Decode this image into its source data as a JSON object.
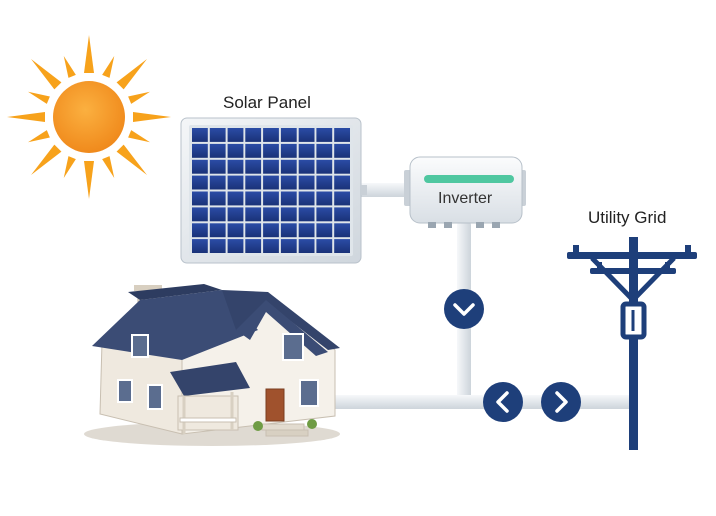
{
  "labels": {
    "solar_panel": "Solar Panel",
    "inverter": "Inverter",
    "utility_grid": "Utility Grid"
  },
  "icons": {
    "sun": "sun-icon",
    "panel": "solar-panel-icon",
    "inverter": "inverter-icon",
    "house": "house-icon",
    "grid": "utility-pole-icon",
    "flow_down": "chevron-down-icon",
    "flow_left": "chevron-left-icon",
    "flow_right": "chevron-right-icon"
  },
  "colors": {
    "sun": "#f7941d",
    "panel_cell": "#1f3b8a",
    "pipe": "#e4e9ee",
    "pole": "#1e3f7a",
    "flow_badge": "#1e3f7a",
    "inverter_led": "#4fc7a0",
    "roof": "#3b4c75",
    "wall": "#f2ede4"
  }
}
